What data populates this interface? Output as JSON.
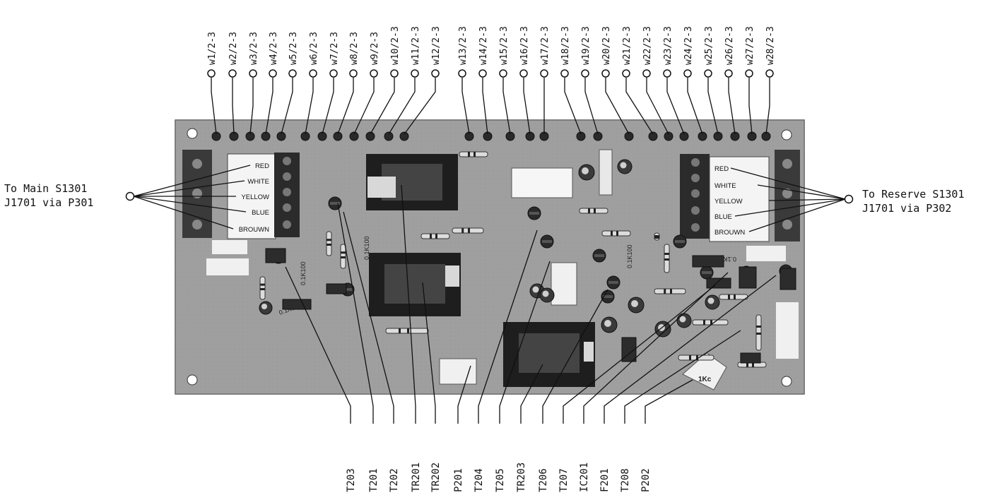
{
  "wire_labels": [
    "w1/2-3",
    "w2/2-3",
    "w3/2-3",
    "w4/2-3",
    "w5/2-3",
    "w6/2-3",
    "w7/2-3",
    "w8/2-3",
    "w9/2-3",
    "w10/2-3",
    "w11/2-3",
    "w12/2-3",
    "w13/2-3",
    "w14/2-3",
    "w15/2-3",
    "w16/2-3",
    "w17/2-3",
    "w18/2-3",
    "w19/2-3",
    "w20/2-3",
    "w21/2-3",
    "w22/2-3",
    "w23/2-3",
    "w24/2-3",
    "w25/2-3",
    "w26/2-3",
    "w27/2-3",
    "w28/2-3"
  ],
  "left_connection": {
    "line1": "To Main S1301",
    "line2": "J1701 via P301"
  },
  "right_connection": {
    "line1": "To Reserve S1301",
    "line2": "J1701 via P302"
  },
  "left_terminal_colors": [
    "RED",
    "WHITE",
    "YELLOW",
    "BLUE",
    "BROUWN"
  ],
  "right_terminal_colors": [
    "RED",
    "WHITE",
    "YELLOW",
    "BLUE",
    "BROUWN"
  ],
  "component_labels": [
    "T203",
    "T201",
    "T202",
    "TR201",
    "TR202",
    "P201",
    "T204",
    "T205",
    "TR203",
    "T206",
    "T207",
    "IC201",
    "F201",
    "T208",
    "P202"
  ],
  "board_markings": {
    "cap_a": "0.1K100",
    "cap_b": "0.1K100",
    "cap_c": "0.1K100",
    "cap_d": "0.1K100",
    "cap_e": "0.1K100",
    "small": "1Kc"
  }
}
